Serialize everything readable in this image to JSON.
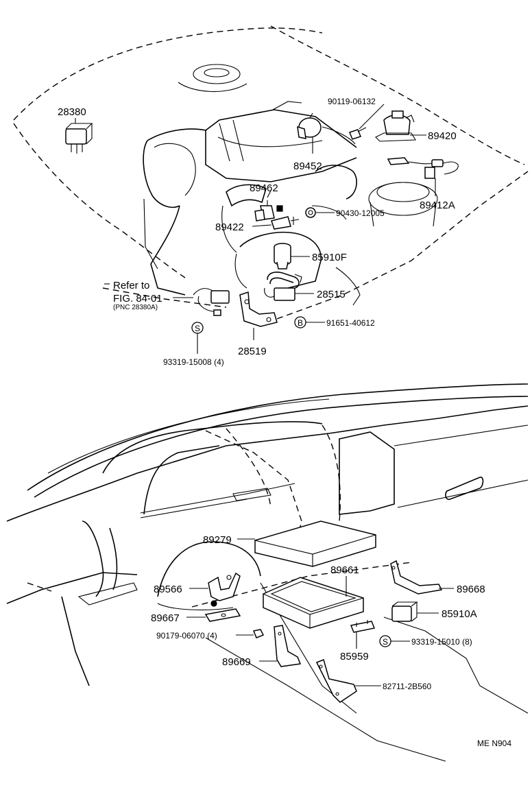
{
  "labels": {
    "p28380": "28380",
    "p90119": "90119-06132",
    "p89420": "89420",
    "p89452": "89452",
    "p89462": "89462",
    "p90430": "90430-12005",
    "p89412a": "89412A",
    "p89422": "89422",
    "p85910f": "85910F",
    "refer_to": "Refer to",
    "fig": "FIG. 84-01",
    "pnc": "(PNC 28380A)",
    "p28515": "28515",
    "p91651": "91651-40612",
    "p28519": "28519",
    "p93319_15008": "93319-15008 (4)",
    "p89279": "89279",
    "p89661": "89661",
    "p89566": "89566",
    "p89668": "89668",
    "p85910a": "85910A",
    "p89667": "89667",
    "p90179": "90179-06070 (4)",
    "p93319_15010": "93319-15010 (8)",
    "p89669": "89669",
    "p85959": "85959",
    "p82711": "82711-2B560",
    "footer_code": "ME  N904"
  },
  "symbols": {
    "s_upper": "S",
    "b_upper": "B",
    "s_lower": "S"
  }
}
